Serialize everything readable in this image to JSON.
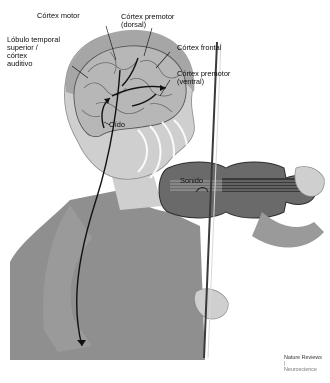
{
  "labels": {
    "motor_cortex": "Córtex motor",
    "premotor_dorsal": "Córtex premotor\n(dorsal)",
    "temporal_auditory": "Lóbulo temporal\nsuperior /\ncórtex\nauditivo",
    "frontal_cortex": "Córtex frontal",
    "premotor_ventral": "Córtex premotor\n(ventral)",
    "ear": "Oído",
    "sound": "Sonido"
  },
  "credit": {
    "journal": "Nature Reviews",
    "separator": "|",
    "subject": "Neuroscience"
  },
  "colors": {
    "skin": "#cfcfcf",
    "shirt": "#8f8f8f",
    "hair": "#a6a6a6",
    "brain": "#b7b7b7",
    "violin": "#6a6a6a",
    "pathway": "#111111",
    "sound_waves": "#ffffff"
  }
}
